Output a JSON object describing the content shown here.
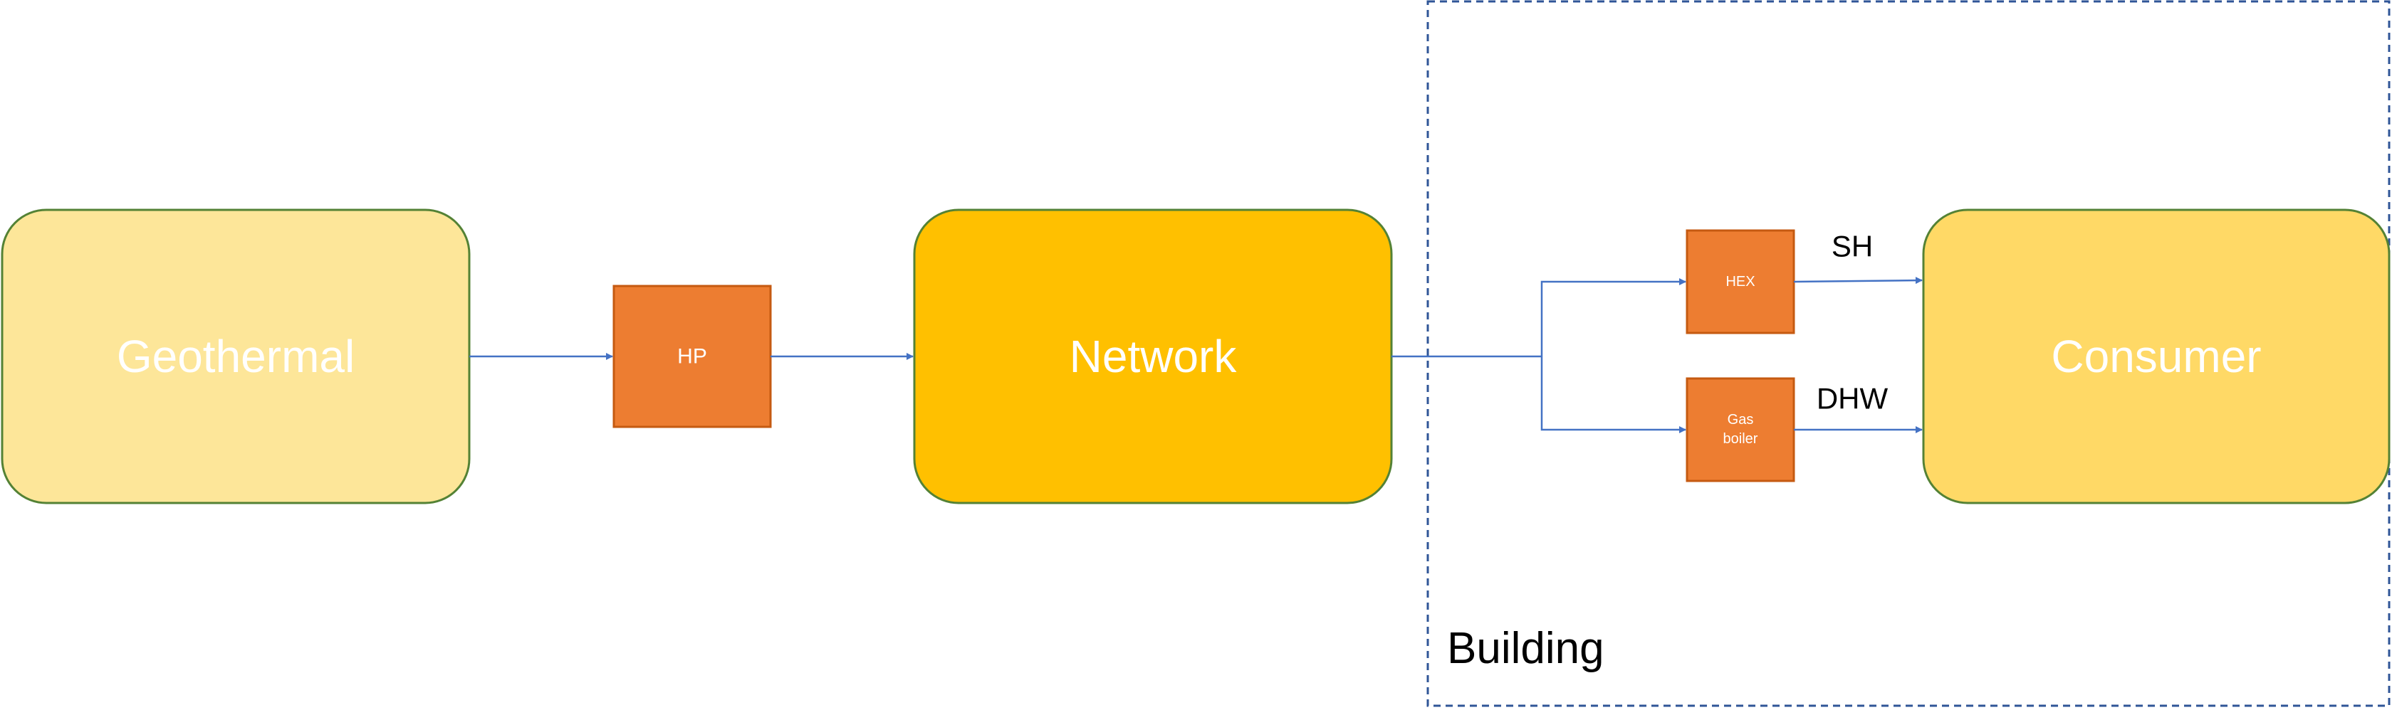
{
  "nodes": {
    "geothermal": "Geothermal",
    "hp": "HP",
    "network": "Network",
    "hex": "HEX",
    "gas_boiler_line1": "Gas",
    "gas_boiler_line2": "boiler",
    "consumer": "Consumer"
  },
  "flows": {
    "sh": "SH",
    "dhw": "DHW"
  },
  "group": {
    "building": "Building"
  },
  "colors": {
    "geothermal_fill": "#fde699",
    "network_fill": "#ffc000",
    "consumer_fill": "#ffd966",
    "converter_fill": "#ed7d31",
    "node_border": "#548235",
    "converter_border": "#c55a11",
    "arrow": "#4472c4",
    "building_border": "#2f5597"
  }
}
